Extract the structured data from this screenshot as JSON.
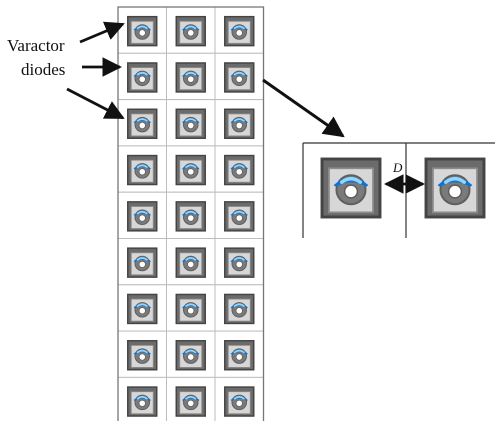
{
  "labels": {
    "varactor_line1": "Varactor",
    "varactor_line2": "diodes",
    "gap": "D"
  },
  "grid": {
    "rows": 9,
    "cols": 3
  },
  "colors": {
    "cell_border": "#bdbdbd",
    "grid_outline": "#777777",
    "square_dark": "#6b6b6b",
    "square_light": "#d7d7d7",
    "ring": "#7a7a7a",
    "ring_inner": "#ffffff",
    "cap_blue": "#0a74d9",
    "cap_light": "#8fd6ff",
    "arrow": "#111111"
  },
  "icons": {
    "unit_cell": "varactor-diode-icon"
  }
}
